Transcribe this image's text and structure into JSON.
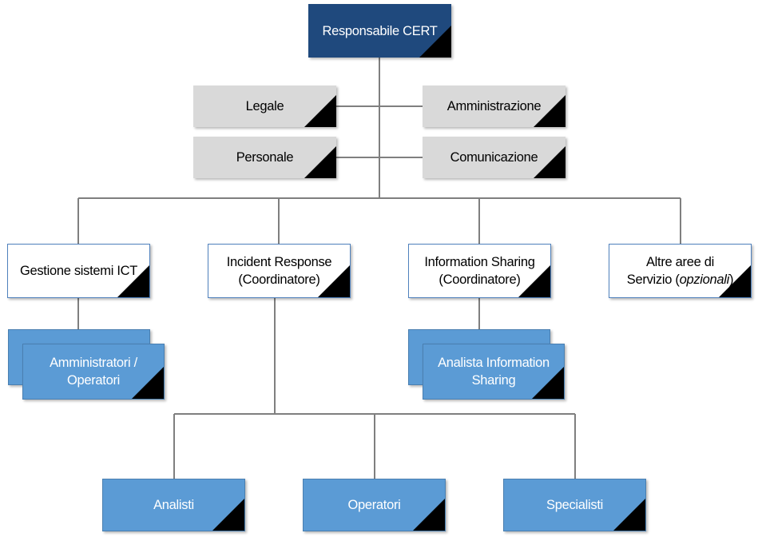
{
  "nodes": {
    "head": "Responsabile CERT",
    "legal": "Legale",
    "admin": "Amministrazione",
    "personnel": "Personale",
    "communication": "Comunicazione",
    "ict": "Gestione sistemi ICT",
    "incident_line1": "Incident Response",
    "incident_line2": "(Coordinatore)",
    "sharing_line1": "Information Sharing",
    "sharing_line2": "(Coordinatore)",
    "other_line1": "Altre aree di",
    "other_line2_prefix": "Servizio (",
    "other_line2_italic": "opzionali",
    "other_line2_suffix": ")",
    "operators_line1": "Amministratori /",
    "operators_line2": "Operatori",
    "analyst_sharing_line1": "Analista Information",
    "analyst_sharing_line2": "Sharing",
    "analysts": "Analisti",
    "ops": "Operatori",
    "specialists": "Specialisti"
  },
  "colors": {
    "dark": "#1f497d",
    "gray": "#d9d9d9",
    "blue": "#5b9bd5",
    "line": "#7f7f7f"
  }
}
